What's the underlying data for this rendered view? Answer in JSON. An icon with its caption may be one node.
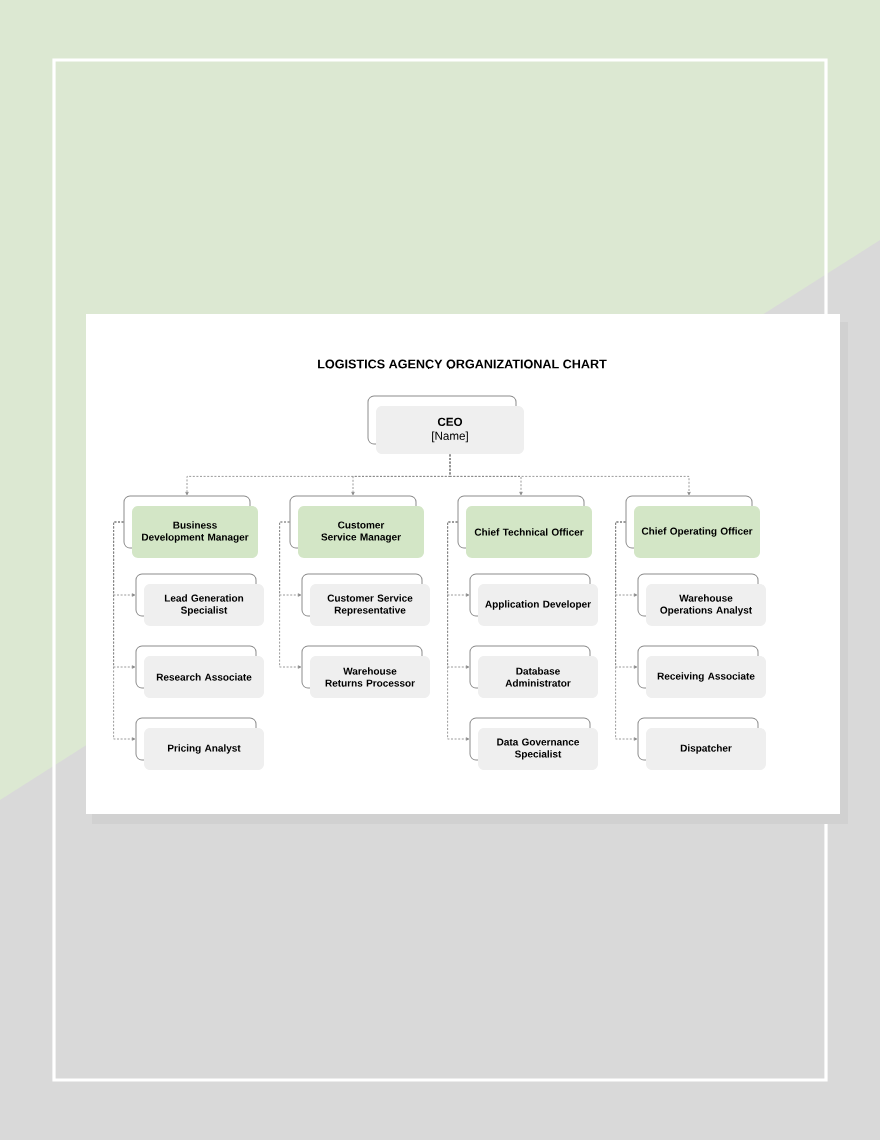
{
  "diagram": {
    "title": "LOGISTICS AGENCY ORGANIZATIONAL CHART",
    "nodes": [
      {
        "text": [
          "CEO",
          "[Name]"
        ]
      },
      {
        "text": [
          "Business Development Manager"
        ]
      },
      {
        "text": [
          "Lead Generation Specialist"
        ]
      },
      {
        "text": [
          "Research Associate"
        ]
      },
      {
        "text": [
          "Pricing Analyst"
        ]
      },
      {
        "text": [
          "Customer Service Manager"
        ]
      },
      {
        "text": [
          "Customer Service Representative"
        ]
      },
      {
        "text": [
          "Warehouse Returns Processor"
        ]
      },
      {
        "text": [
          "Chief Technical Officer"
        ]
      },
      {
        "text": [
          "Application Developer"
        ]
      },
      {
        "text": [
          "Database Administrator"
        ]
      },
      {
        "text": [
          "Data Governance Specialist"
        ]
      },
      {
        "text": [
          "Chief Operating Officer"
        ]
      },
      {
        "text": [
          "Warehouse Operations Analyst"
        ]
      },
      {
        "text": [
          "Receiving Associate"
        ]
      },
      {
        "text": [
          "Dispatcher"
        ]
      }
    ],
    "edges": [
      {
        "from": 0,
        "to": 1,
        "arrow": "to",
        "style": "dashed"
      },
      {
        "from": 0,
        "to": 5,
        "arrow": "to",
        "style": "dashed"
      },
      {
        "from": 0,
        "to": 8,
        "arrow": "to",
        "style": "dashed"
      },
      {
        "from": 0,
        "to": 12,
        "arrow": "to",
        "style": "dashed"
      },
      {
        "from": 1,
        "to": 2,
        "arrow": "to",
        "style": "dashed"
      },
      {
        "from": 1,
        "to": 3,
        "arrow": "to",
        "style": "dashed"
      },
      {
        "from": 1,
        "to": 4,
        "arrow": "to",
        "style": "dashed"
      },
      {
        "from": 5,
        "to": 6,
        "arrow": "to",
        "style": "dashed"
      },
      {
        "from": 5,
        "to": 7,
        "arrow": "to",
        "style": "dashed"
      },
      {
        "from": 8,
        "to": 9,
        "arrow": "to",
        "style": "dashed"
      },
      {
        "from": 8,
        "to": 10,
        "arrow": "to",
        "style": "dashed"
      },
      {
        "from": 8,
        "to": 11,
        "arrow": "to",
        "style": "dashed"
      },
      {
        "from": 12,
        "to": 13,
        "arrow": "to",
        "style": "dashed"
      },
      {
        "from": 12,
        "to": 14,
        "arrow": "to",
        "style": "dashed"
      },
      {
        "from": 12,
        "to": 15,
        "arrow": "to",
        "style": "dashed"
      }
    ]
  }
}
